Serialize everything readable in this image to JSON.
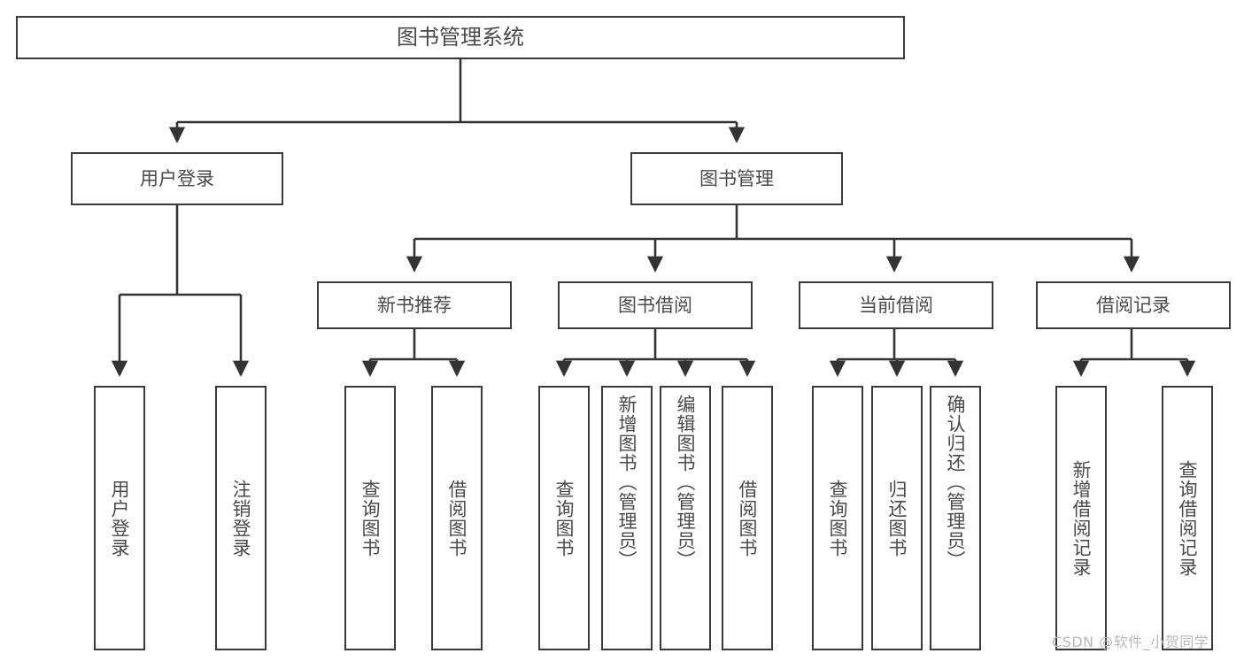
{
  "diagram": {
    "title": "图书管理系统",
    "watermark": "CSDN @软件_小贺同学",
    "colors": {
      "box_border": "#3a3a3a",
      "box_fill": "#ffffff",
      "connector": "#333333",
      "text": "#4a4a4a",
      "watermark": "#b9b9b9",
      "background": "#ffffff"
    },
    "levels": {
      "root": {
        "label": "图书管理系统"
      },
      "level2": [
        {
          "label": "用户登录"
        },
        {
          "label": "图书管理"
        }
      ],
      "level3": [
        {
          "label": "新书推荐"
        },
        {
          "label": "图书借阅"
        },
        {
          "label": "当前借阅"
        },
        {
          "label": "借阅记录"
        }
      ],
      "leaves": {
        "user_login": [
          {
            "label": "用户登录"
          },
          {
            "label": "注销登录"
          }
        ],
        "new_book_recommend": [
          {
            "label": "查询图书"
          },
          {
            "label": "借阅图书"
          }
        ],
        "book_borrow": [
          {
            "label": "查询图书"
          },
          {
            "label": "新增图书（管理员）"
          },
          {
            "label": "编辑图书（管理员）"
          },
          {
            "label": "借阅图书"
          }
        ],
        "current_borrow": [
          {
            "label": "查询图书"
          },
          {
            "label": "归还图书"
          },
          {
            "label": "确认归还（管理员）"
          }
        ],
        "borrow_record": [
          {
            "label": "新增借阅记录"
          },
          {
            "label": "查询借阅记录"
          }
        ]
      }
    },
    "chart_data": {
      "type": "table",
      "title": "图书管理系统 功能结构图",
      "nodes": [
        {
          "id": "root",
          "label": "图书管理系统",
          "parent": null,
          "level": 1
        },
        {
          "id": "user-login",
          "label": "用户登录",
          "parent": "root",
          "level": 2
        },
        {
          "id": "book-manage",
          "label": "图书管理",
          "parent": "root",
          "level": 2
        },
        {
          "id": "new-book",
          "label": "新书推荐",
          "parent": "book-manage",
          "level": 3
        },
        {
          "id": "book-borrow",
          "label": "图书借阅",
          "parent": "book-manage",
          "level": 3
        },
        {
          "id": "current-borrow",
          "label": "当前借阅",
          "parent": "book-manage",
          "level": 3
        },
        {
          "id": "borrow-record",
          "label": "借阅记录",
          "parent": "book-manage",
          "level": 3
        },
        {
          "id": "u1",
          "label": "用户登录",
          "parent": "user-login",
          "level": 3
        },
        {
          "id": "u2",
          "label": "注销登录",
          "parent": "user-login",
          "level": 3
        },
        {
          "id": "n1",
          "label": "查询图书",
          "parent": "new-book",
          "level": 4
        },
        {
          "id": "n2",
          "label": "借阅图书",
          "parent": "new-book",
          "level": 4
        },
        {
          "id": "b1",
          "label": "查询图书",
          "parent": "book-borrow",
          "level": 4
        },
        {
          "id": "b2",
          "label": "新增图书（管理员）",
          "parent": "book-borrow",
          "level": 4
        },
        {
          "id": "b3",
          "label": "编辑图书（管理员）",
          "parent": "book-borrow",
          "level": 4
        },
        {
          "id": "b4",
          "label": "借阅图书",
          "parent": "book-borrow",
          "level": 4
        },
        {
          "id": "c1",
          "label": "查询图书",
          "parent": "current-borrow",
          "level": 4
        },
        {
          "id": "c2",
          "label": "归还图书",
          "parent": "current-borrow",
          "level": 4
        },
        {
          "id": "c3",
          "label": "确认归还（管理员）",
          "parent": "current-borrow",
          "level": 4
        },
        {
          "id": "r1",
          "label": "新增借阅记录",
          "parent": "borrow-record",
          "level": 4
        },
        {
          "id": "r2",
          "label": "查询借阅记录",
          "parent": "borrow-record",
          "level": 4
        }
      ]
    }
  }
}
